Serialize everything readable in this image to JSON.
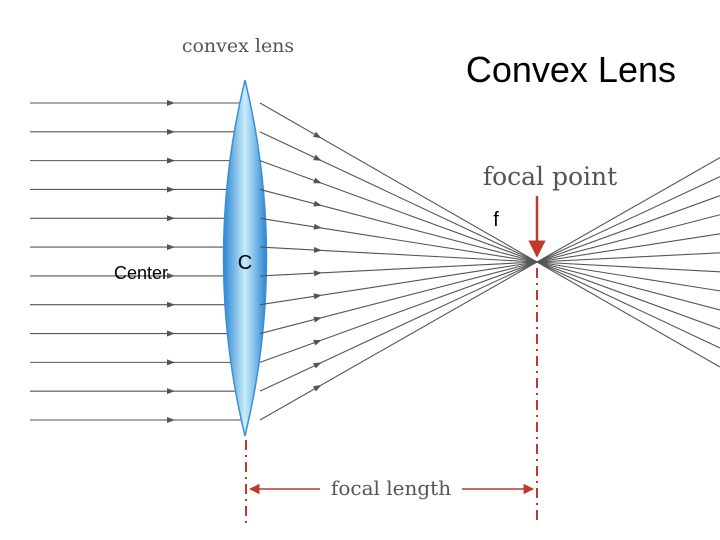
{
  "slide": {
    "title": "Convex Lens"
  },
  "labels": {
    "lens": "convex lens",
    "focal_point": "focal point",
    "focal_point_marker": "f",
    "center": "Center",
    "center_marker": "C",
    "focal_length": "focal length"
  },
  "colors": {
    "rays": "#555555",
    "lens_edge": "#3a8fd6",
    "lens_center": "#7ec8f2",
    "marker": "#c0392b",
    "label_gray": "#555555"
  },
  "rays": {
    "count": 12
  }
}
